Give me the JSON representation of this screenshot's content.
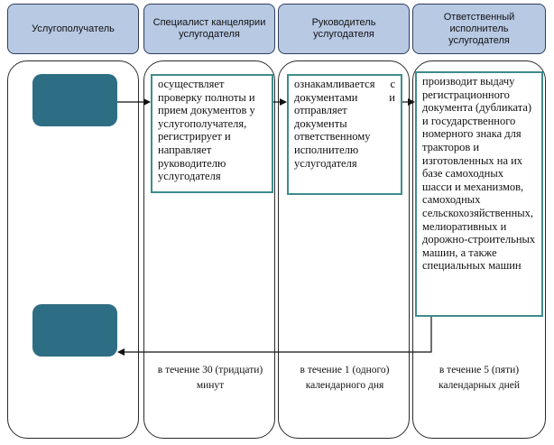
{
  "columns": [
    {
      "title": "Услугополучатель"
    },
    {
      "title": "Специалист канцелярии услугодателя"
    },
    {
      "title": "Руководитель услугодателя"
    },
    {
      "title": "Ответственный исполнитель услугодателя"
    }
  ],
  "steps": [
    {
      "text": "осуществляет проверку полноты и прием документов у услугополучателя, регистрирует и направляет руководителю услугодателя"
    },
    {
      "text": "ознакамливается с документами и отправляет документы ответственному исполнителю услугодателя"
    },
    {
      "text": "производит выдачу регистрационного документа (дубликата) и государственного номерного знака для тракторов и изготовленных на их базе самоходных шасси и механизмов, самоходных сельскохозяйственных, мелиоративных и дорожно-строительных машин, а также специальных машин"
    }
  ],
  "durations": [
    {
      "text": "в течение 30 (тридцати) минут"
    },
    {
      "text": "в течение 1 (одного) календарного дня"
    },
    {
      "text": "в течение 5 (пяти) календарных дней"
    }
  ],
  "colors": {
    "header_fill": "#b8c9e4",
    "node_fill": "#2e6e84",
    "box_border": "#3f8c8c"
  }
}
